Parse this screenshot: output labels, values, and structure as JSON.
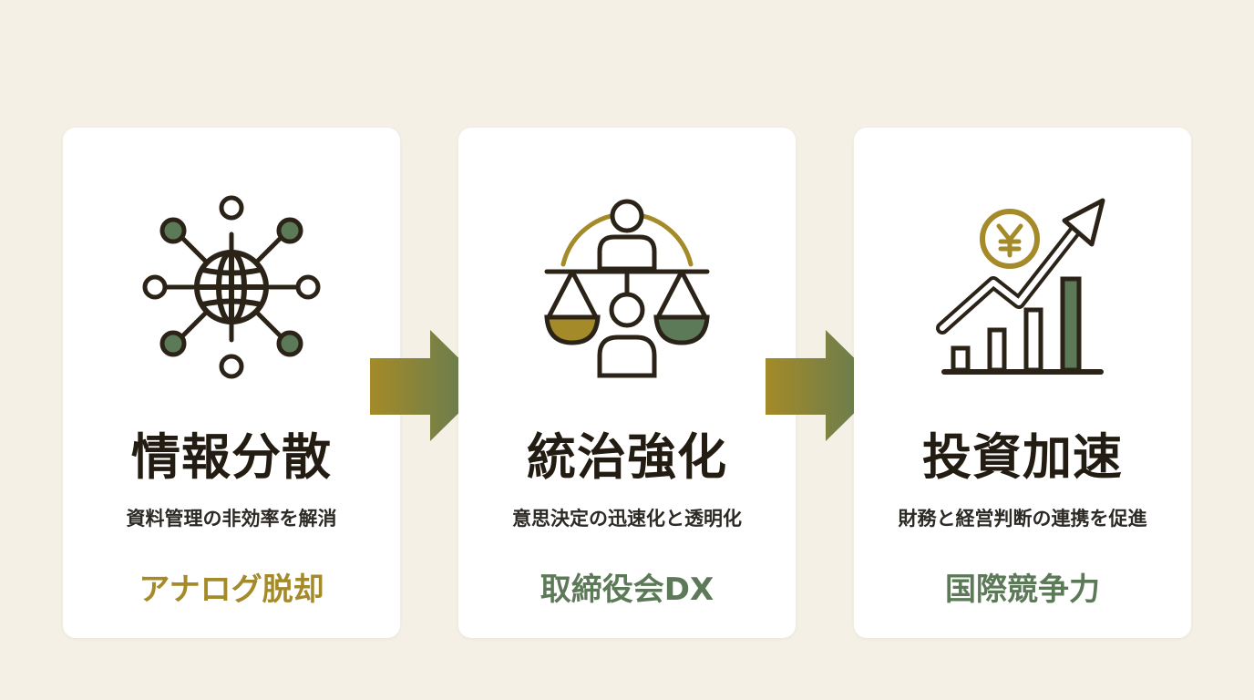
{
  "colors": {
    "background": "#f4f0e6",
    "gold": "#a48a28",
    "green": "#5c7a58",
    "dark": "#2b2317"
  },
  "cards": [
    {
      "icon": "network-globe-icon",
      "title": "情報分散",
      "subtitle": "資料管理の非効率を解消",
      "tag": "アナログ脱却",
      "tag_color": "#a48a28"
    },
    {
      "icon": "governance-scale-icon",
      "title": "統治強化",
      "subtitle": "意思決定の迅速化と透明化",
      "tag": "取締役会DX",
      "tag_color": "#5c7a58"
    },
    {
      "icon": "yen-growth-chart-icon",
      "title": "投資加速",
      "subtitle": "財務と経営判断の連携を促進",
      "tag": "国際競争力",
      "tag_color": "#5c7a58"
    }
  ],
  "arrows": [
    {
      "icon": "right-arrow-icon"
    },
    {
      "icon": "right-arrow-icon"
    }
  ]
}
